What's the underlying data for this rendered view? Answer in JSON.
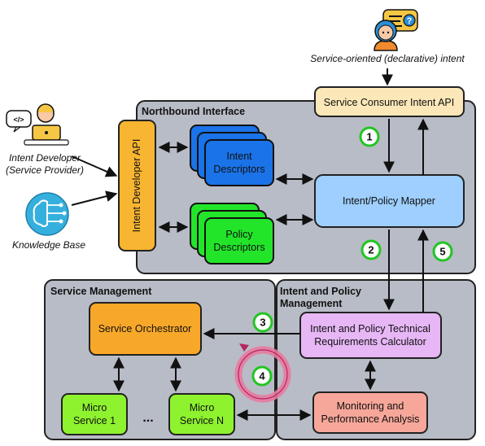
{
  "panels": {
    "northbound": "Northbound Interface",
    "service_management": "Service Management",
    "intent_policy_management_line1": "Intent and Policy",
    "intent_policy_management_line2": "Management"
  },
  "actors": {
    "consumer_intent": "Service-oriented (declarative) intent",
    "developer_line1": "Intent Developer",
    "developer_line2": "(Service Provider)",
    "knowledge_base": "Knowledge Base",
    "developer_code_glyph": "</>",
    "consumer_bubble_glyph": "?"
  },
  "boxes": {
    "consumer_api": "Service Consumer Intent API",
    "developer_api": "Intent Developer API",
    "intent_descriptors_line1": "Intent",
    "intent_descriptors_line2": "Descriptors",
    "policy_descriptors_line1": "Policy",
    "policy_descriptors_line2": "Descriptors",
    "mapper": "Intent/Policy Mapper",
    "orchestrator": "Service Orchestrator",
    "calculator_line1": "Intent and Policy Technical",
    "calculator_line2": "Requirements Calculator",
    "monitoring_line1": "Monitoring and",
    "monitoring_line2": "Performance Analysis",
    "micro1_line1": "Micro",
    "micro1_line2": "Service 1",
    "microN_line1": "Micro",
    "microN_line2": "Service N",
    "ellipsis": "..."
  },
  "steps": [
    "1",
    "2",
    "3",
    "4",
    "5"
  ],
  "colors": {
    "panel": "#b8bcc6",
    "consumer_api": "#fbe7b8",
    "developer_api": "#f8b531",
    "intent_descriptors": "#1a73e8",
    "policy_descriptors": "#22e52a",
    "mapper": "#9ecfff",
    "orchestrator": "#f8a829",
    "calculator": "#e6b6f5",
    "monitoring": "#f7a79a",
    "micro_service": "#8ef22f",
    "step_ring": "#22c522",
    "cycle": "#e87aa0"
  }
}
